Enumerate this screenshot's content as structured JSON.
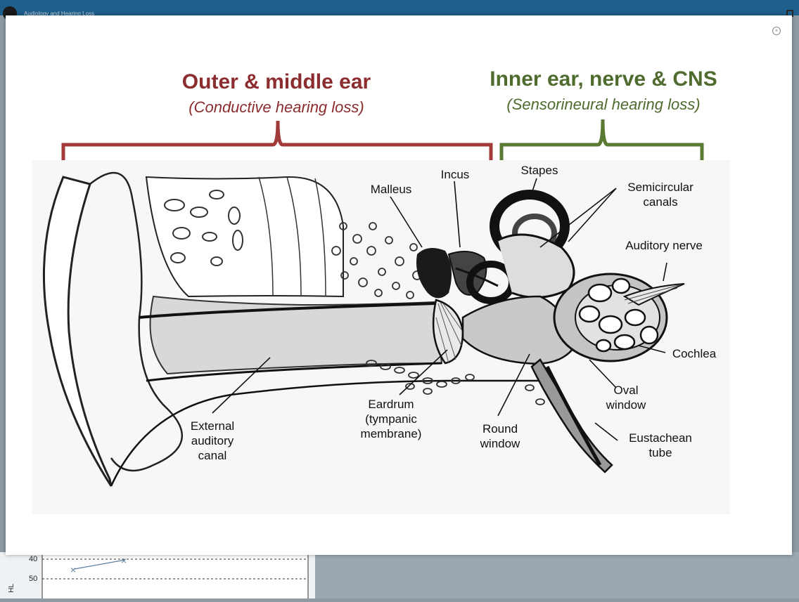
{
  "window": {
    "title": "Audiology and Hearing Loss"
  },
  "modal": {
    "close_glyph": "×",
    "outer_heading": "Outer & middle ear",
    "outer_subheading": "(Conductive hearing loss)",
    "inner_heading": "Inner ear, nerve & CNS",
    "inner_subheading": "(Sensorineural hearing loss)",
    "labels": {
      "malleus": "Malleus",
      "incus": "Incus",
      "stapes": "Stapes",
      "semicircular_1": "Semicircular",
      "semicircular_2": "canals",
      "auditory_nerve": "Auditory nerve",
      "cochlea": "Cochlea",
      "oval_1": "Oval",
      "oval_2": "window",
      "eustachian_1": "Eustachean",
      "eustachian_2": "tube",
      "round_1": "Round",
      "round_2": "window",
      "eardrum_1": "Eardrum",
      "eardrum_2": "(tympanic",
      "eardrum_3": "membrane)",
      "external_1": "External",
      "external_2": "auditory",
      "external_3": "canal"
    }
  },
  "background_chart": {
    "tick_40": "40",
    "tick_50": "50",
    "axis_label": "HL"
  },
  "colors": {
    "topbar": "#1e5f8c",
    "conductive": "#8b2d2e",
    "sensorineural": "#4f6b2e"
  },
  "icons": {
    "app": "app-logo-icon",
    "close": "close-icon",
    "window": "maximize-icon"
  }
}
